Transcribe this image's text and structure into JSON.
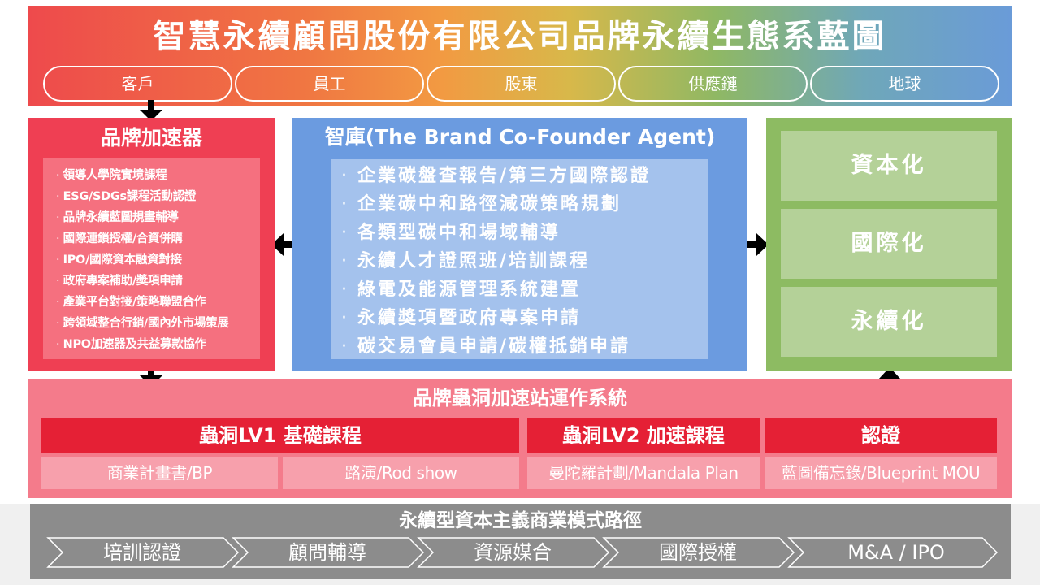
{
  "header": {
    "title": "智慧永續顧問股份有限公司品牌永續生態系藍圖",
    "stakeholders": [
      "客戶",
      "員工",
      "股東",
      "供應鏈",
      "地球"
    ]
  },
  "left_panel": {
    "title": "品牌加速器",
    "items": [
      "領導人學院實境課程",
      "ESG/SDGs課程活動認證",
      "品牌永續藍圖規畫輔導",
      "國際連鎖授權/合資併購",
      "IPO/國際資本融資對接",
      "政府專案補助/獎項申請",
      "產業平台對接/策略聯盟合作",
      "跨領域整合行銷/國內外市場策展",
      "NPO加速器及共益募款協作"
    ]
  },
  "center_panel": {
    "title": "智庫(The Brand Co-Founder Agent)",
    "items": [
      "企業碳盤查報告/第三方國際認證",
      "企業碳中和路徑減碳策略規劃",
      "各類型碳中和場域輔導",
      "永續人才證照班/培訓課程",
      "綠電及能源管理系統建置",
      "永續獎項暨政府專案申請",
      "碳交易會員申請/碳權抵銷申請"
    ]
  },
  "right_panel": {
    "items": [
      "資本化",
      "國際化",
      "永續化"
    ]
  },
  "wormhole": {
    "title": "品牌蟲洞加速站運作系統",
    "lv1_header": "蟲洞LV1 基礎課程",
    "lv2_header": "蟲洞LV2 加速課程",
    "cert_header": "認證",
    "cells": [
      "商業計畫書/BP",
      "路演/Rod show",
      "曼陀羅計劃/Mandala Plan",
      "藍圖備忘錄/Blueprint MOU"
    ]
  },
  "business_path": {
    "title": "永續型資本主義商業模式路徑",
    "steps": [
      "培訓認證",
      "顧問輔導",
      "資源媒合",
      "國際授權",
      "M&A / IPO"
    ]
  }
}
